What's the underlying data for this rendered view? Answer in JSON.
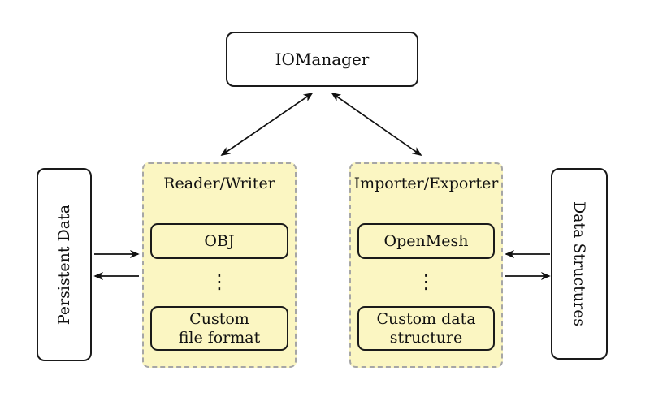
{
  "diagram": {
    "nodes": {
      "iomanager": {
        "label": "IOManager"
      },
      "persistent_data": {
        "label": "Persistent Data"
      },
      "data_structures": {
        "label": "Data Structures"
      },
      "reader_writer": {
        "title": "Reader/Writer",
        "items": [
          {
            "label": "OBJ"
          },
          {
            "label": "Custom\nfile format"
          }
        ],
        "ellipsis": "⋮"
      },
      "importer_exporter": {
        "title": "Importer/Exporter",
        "items": [
          {
            "label": "OpenMesh"
          },
          {
            "label": "Custom data\nstructure"
          }
        ],
        "ellipsis": "⋮"
      }
    },
    "colors": {
      "container_fill": "#fbf6c2",
      "container_border": "#a6a6a6",
      "node_border": "#1a1a1a",
      "arrow": "#111111",
      "background": "#ffffff"
    },
    "connections": [
      {
        "from": "iomanager",
        "to": "reader_writer",
        "direction": "both"
      },
      {
        "from": "iomanager",
        "to": "importer_exporter",
        "direction": "both"
      },
      {
        "from": "persistent_data",
        "to": "reader_writer",
        "direction": "forward"
      },
      {
        "from": "reader_writer",
        "to": "persistent_data",
        "direction": "forward"
      },
      {
        "from": "data_structures",
        "to": "importer_exporter",
        "direction": "forward"
      },
      {
        "from": "importer_exporter",
        "to": "data_structures",
        "direction": "forward"
      }
    ]
  }
}
